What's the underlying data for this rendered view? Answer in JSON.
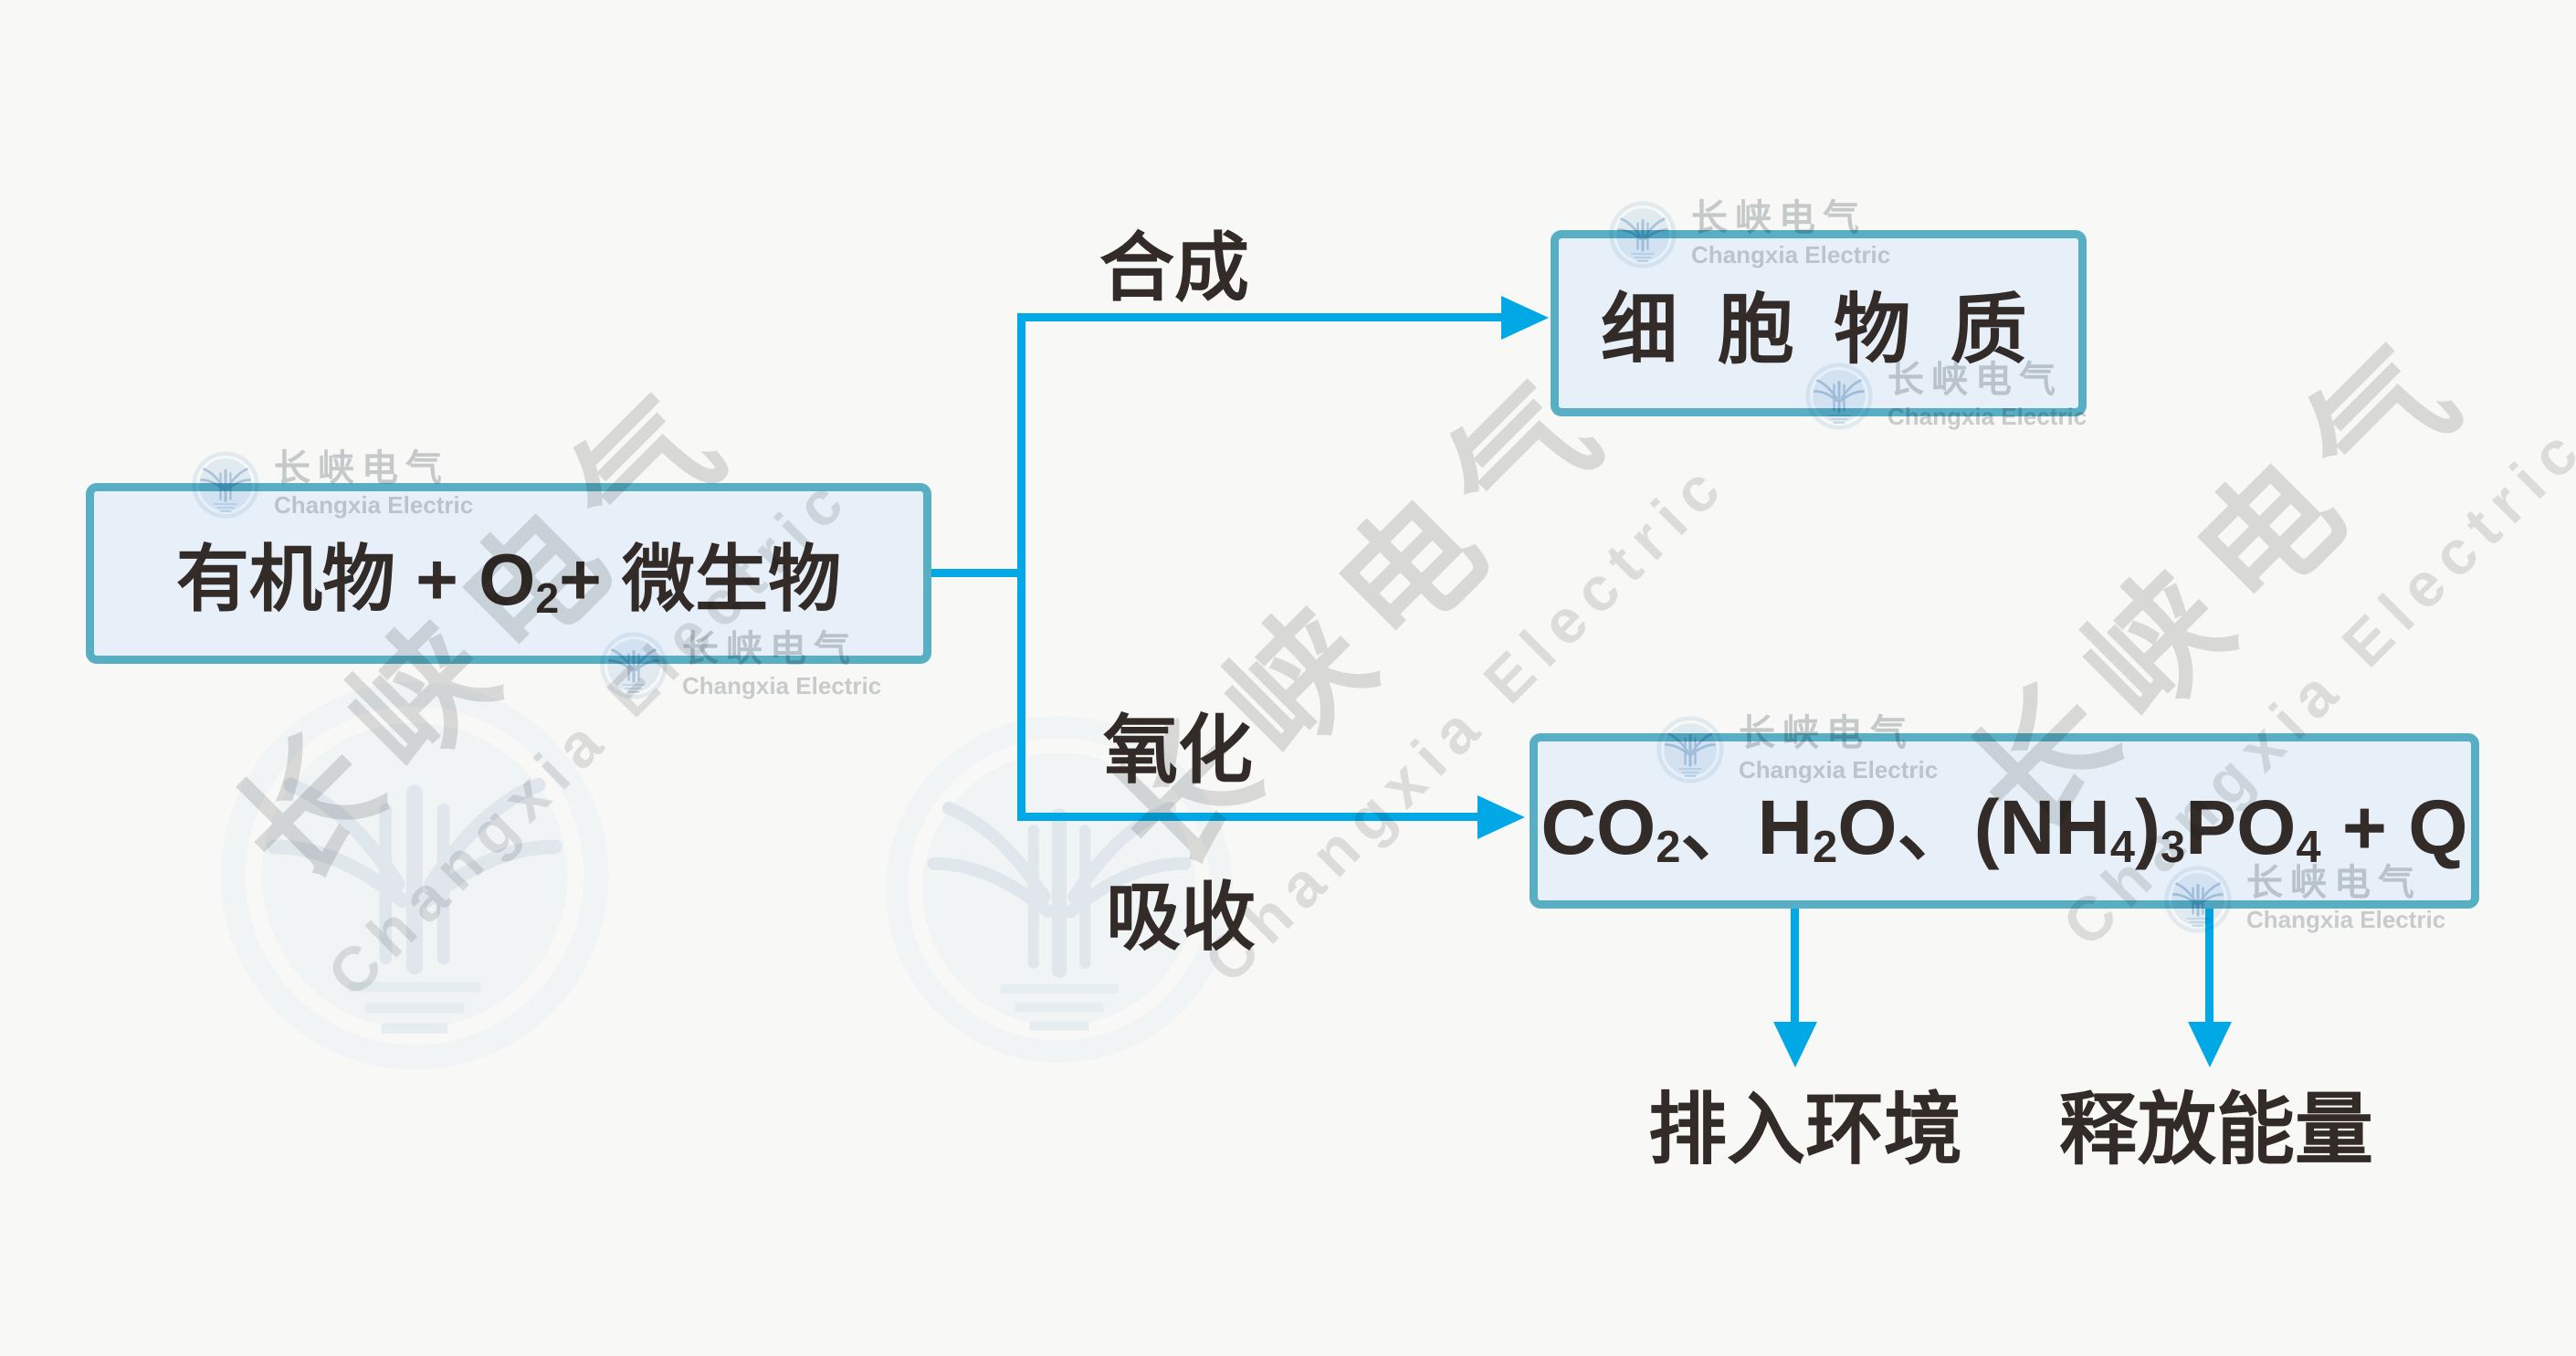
{
  "diagram": {
    "reactants_box": {
      "segments": [
        {
          "t": "有机物 + O"
        },
        {
          "sub": "2"
        },
        {
          "t": "+ 微生物"
        }
      ]
    },
    "cell_box": {
      "text": "细 胞 物 质"
    },
    "formula_box": {
      "segments": [
        {
          "t": "CO"
        },
        {
          "sub": "2"
        },
        {
          "t": "、H"
        },
        {
          "sub": "2"
        },
        {
          "t": "O、(NH"
        },
        {
          "sub": "4"
        },
        {
          "t": ")"
        },
        {
          "sub": "3"
        },
        {
          "t": "PO"
        },
        {
          "sub": "4"
        },
        {
          "t": " + Q"
        }
      ]
    },
    "labels": {
      "synthesis": "合成",
      "oxidation": "氧化",
      "absorption": "吸收",
      "discharge": "排入环境",
      "release_energy": "释放能量"
    }
  },
  "watermark": {
    "cn": "长峡电气",
    "en": "Changxia Electric"
  },
  "colors": {
    "background": "#f8f8f6",
    "box_fill": "#e7f0f8",
    "box_border": "#58aec3",
    "arrow": "#00a9e6",
    "text": "#322b28",
    "watermark_gray": "#d9d9d9",
    "watermark_blue": "#5f93c3"
  }
}
